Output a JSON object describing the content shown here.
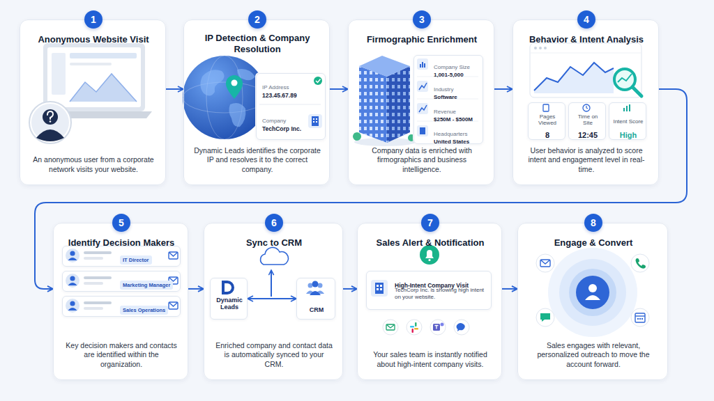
{
  "diagram": {
    "nodes": [
      {
        "text": [
          "Anonymous Website Visit",
          "An anonymous user from a corporate network visits your website."
        ]
      },
      {
        "text": [
          "1"
        ],
        "in": 0
      },
      {
        "text": [
          "IP Detection & Company Resolution",
          "Dynamic Leads identifies the corporate IP and resolves it to the correct company."
        ]
      },
      {
        "text": [
          "2"
        ],
        "in": 2
      },
      {
        "text": [
          "IP Address",
          "123.45.67.89",
          "Company",
          "TechCorp Inc."
        ],
        "in": 2
      },
      {
        "text": [
          "Firmographic Enrichment",
          "Company data is enriched with firmographics and business intelligence."
        ]
      },
      {
        "text": [
          "3"
        ],
        "in": 5
      },
      {
        "text": [
          "Company Size",
          "1,001-5,000",
          "Industry",
          "Software",
          "Revenue",
          "$250M - $500M",
          "Headquarters",
          "United States"
        ],
        "in": 5
      },
      {
        "text": [
          "Behavior & Intent Analysis",
          "User behavior is analyzed to score intent and engagement level in real-time."
        ]
      },
      {
        "text": [
          "4"
        ],
        "in": 8
      },
      {
        "text": [
          "Pages Viewed",
          "8"
        ],
        "in": 8
      },
      {
        "text": [
          "Time on Site",
          "12:45"
        ],
        "in": 8
      },
      {
        "text": [
          "Intent Score",
          "High"
        ],
        "in": 8
      },
      {
        "text": [
          "Identify Decision Makers",
          "Key decision makers and contacts are identified within the organization."
        ]
      },
      {
        "text": [
          "5"
        ],
        "in": 13
      },
      {
        "text": [
          "IT Director"
        ],
        "in": 13
      },
      {
        "text": [
          "Marketing Manager"
        ],
        "in": 13
      },
      {
        "text": [
          "Sales Operations"
        ],
        "in": 13
      },
      {
        "text": [
          "Sync to CRM",
          "Enriched company and contact data is automatically synced to your CRM."
        ]
      },
      {
        "text": [
          "6"
        ],
        "in": 18
      },
      {
        "text": [
          "Dynamic Leads"
        ],
        "in": 18
      },
      {
        "text": [
          "CRM"
        ],
        "in": 18
      },
      {
        "text": [
          "Sales Alert & Notification",
          "Your sales team is instantly notified about high-intent company visits."
        ]
      },
      {
        "text": [
          "7"
        ],
        "in": 22
      },
      {
        "text": [
          "High-Intent Company Visit",
          "TechCorp Inc. is showing high intent on your website."
        ],
        "in": 22
      },
      {
        "text": [
          "Engage & Convert",
          "Sales engages with relevant, personalized outreach to move the account forward."
        ]
      },
      {
        "text": [
          "8"
        ],
        "in": 25
      }
    ],
    "edges": [
      {
        "from": 0,
        "to": 2,
        "arrow": "to"
      },
      {
        "from": 2,
        "to": 5,
        "arrow": "to"
      },
      {
        "from": 5,
        "to": 8,
        "arrow": "to"
      },
      {
        "from": 8,
        "to": 13,
        "arrow": "to"
      },
      {
        "from": 13,
        "to": 18,
        "arrow": "to"
      },
      {
        "from": 18,
        "to": 22,
        "arrow": "to"
      },
      {
        "from": 22,
        "to": 25,
        "arrow": "to"
      },
      {
        "from": 20,
        "to": 21,
        "arrow": "both"
      }
    ]
  }
}
